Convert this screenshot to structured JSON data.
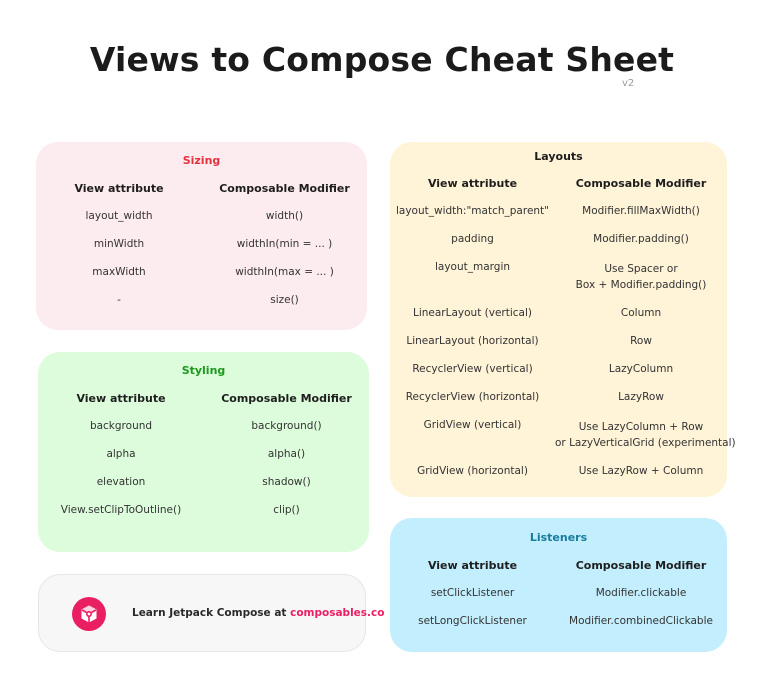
{
  "header": {
    "title": "Views to Compose Cheat Sheet",
    "version": "v2"
  },
  "colors": {
    "sizing_bg": "#fdecef",
    "sizing_title": "#e4313f",
    "styling_bg": "#dcfcdc",
    "styling_title": "#1d9a1d",
    "layouts_bg": "#fff3d8",
    "listeners_bg": "#c3eefe",
    "listeners_title": "#177d9c",
    "brand": "#ea1f62"
  },
  "sizing": {
    "title": "Sizing",
    "col_view": "View attribute",
    "col_compose": "Composable Modifier",
    "rows": [
      {
        "view": "layout_width",
        "compose": "width()"
      },
      {
        "view": "minWidth",
        "compose": "widthIn(min = ... )"
      },
      {
        "view": "maxWidth",
        "compose": "widthIn(max = ... )"
      },
      {
        "view": "-",
        "compose": "size()"
      }
    ]
  },
  "styling": {
    "title": "Styling",
    "col_view": "View attribute",
    "col_compose": "Composable Modifier",
    "rows": [
      {
        "view": "background",
        "compose": "background()"
      },
      {
        "view": "alpha",
        "compose": "alpha()"
      },
      {
        "view": "elevation",
        "compose": "shadow()"
      },
      {
        "view": "View.setClipToOutline()",
        "compose": "clip()"
      }
    ]
  },
  "layouts": {
    "title": "Layouts",
    "col_view": "View attribute",
    "col_compose": "Composable Modifier",
    "rows": [
      {
        "view": "layout_width:\"match_parent\"",
        "compose": "Modifier.fillMaxWidth()"
      },
      {
        "view": "padding",
        "compose": "Modifier.padding()"
      },
      {
        "view": "layout_margin",
        "compose": "Use Spacer or",
        "compose2": "Box + Modifier.padding()"
      },
      {
        "view": "LinearLayout (vertical)",
        "compose": "Column"
      },
      {
        "view": "LinearLayout (horizontal)",
        "compose": "Row"
      },
      {
        "view": "RecyclerView (vertical)",
        "compose": "LazyColumn"
      },
      {
        "view": "RecyclerView (horizontal)",
        "compose": "LazyRow"
      },
      {
        "view": "GridView (vertical)",
        "compose": "Use LazyColumn + Row",
        "compose2": "or LazyVerticalGrid (experimental)"
      },
      {
        "view": "GridView (horizontal)",
        "compose": "Use LazyRow + Column"
      }
    ]
  },
  "listeners": {
    "title": "Listeners",
    "col_view": "View attribute",
    "col_compose": "Composable Modifier",
    "rows": [
      {
        "view": "setClickListener",
        "compose": "Modifier.clickable"
      },
      {
        "view": "setLongClickListener",
        "compose": "Modifier.combinedClickable"
      }
    ]
  },
  "promo": {
    "icon": "composables-logo-icon",
    "text": "Learn Jetpack Compose at ",
    "link": "composables.co"
  }
}
